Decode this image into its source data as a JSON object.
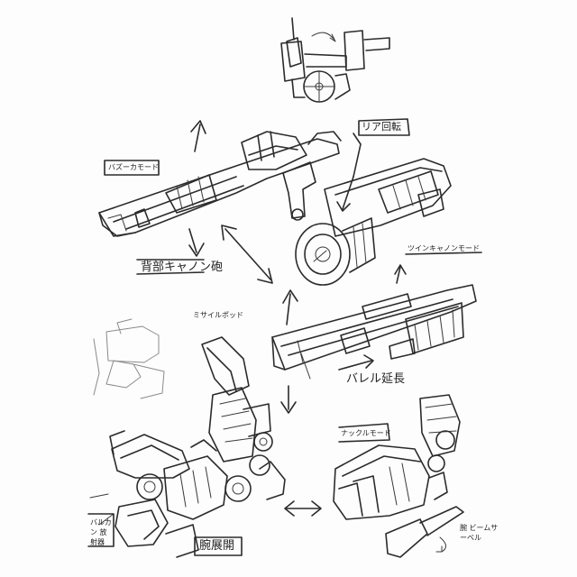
{
  "labels": {
    "bazooka_mode": "バズーカモード",
    "rear_rotation": "リア回転",
    "back_cannon": "背部キャノン砲",
    "twin_cannon_mode": "ツインキャノンモード",
    "missile_pod": "ミサイルポッド",
    "barrel_extension": "バレル延長",
    "knuckle_mode": "ナックルモード",
    "vulcan_launcher": "バルカン 放射器",
    "arm_deployment": "腕展開",
    "arm_beam_saber": "腕 ビームサーベル"
  },
  "colors": {
    "ink": "#2b2b2b",
    "paper": "#fdfdfd",
    "pencil": "#8a8a8a"
  }
}
